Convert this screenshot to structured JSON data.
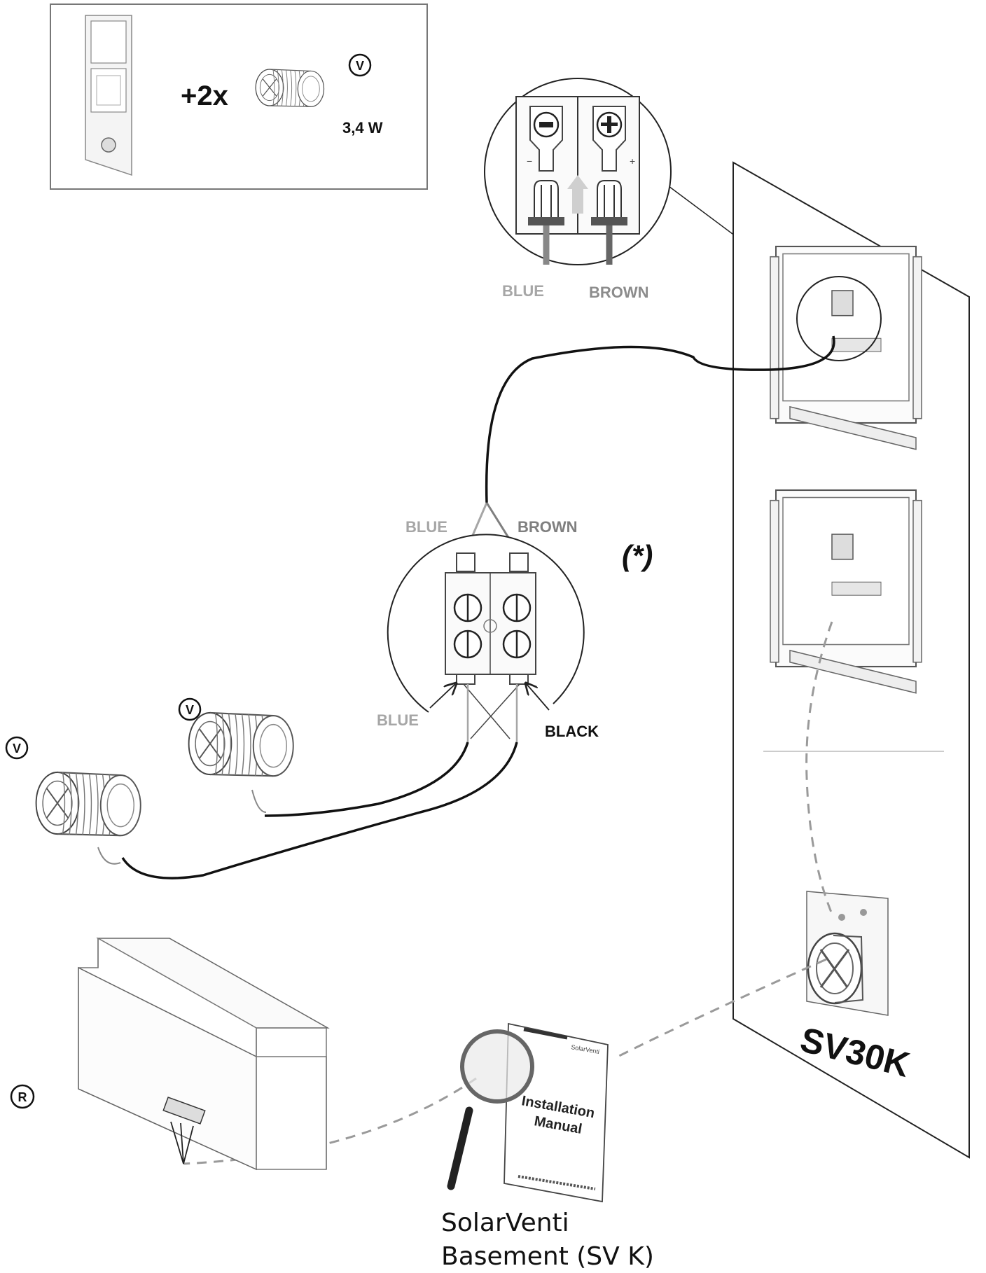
{
  "inset": {
    "multiplier": "+2x",
    "power": "3,4 W",
    "fan_badge": "V"
  },
  "panel_terminal_zoom": {
    "minus_symbol": "−",
    "plus_symbol": "+",
    "wire_left": "BLUE",
    "wire_right": "BROWN"
  },
  "junction_box": {
    "input_left": "BLUE",
    "input_right": "BROWN",
    "footnote_mark": "(*)",
    "output_left": "BLUE",
    "output_right": "BLACK"
  },
  "fans": {
    "badge_1": "V",
    "badge_2": "V"
  },
  "controller": {
    "badge": "R"
  },
  "manual": {
    "brand": "SolarVenti",
    "title_line_1": "Installation",
    "title_line_2": "Manual"
  },
  "unit": {
    "model": "SV30K"
  },
  "caption": {
    "line_1": "SolarVenti",
    "line_2": "Basement (SV K)"
  },
  "colors": {
    "blue_wire_label": "#a6a6a6",
    "brown_wire_label": "#7f7f7f",
    "black_wire": "#111111",
    "dashed_line": "#9a9a9a"
  }
}
